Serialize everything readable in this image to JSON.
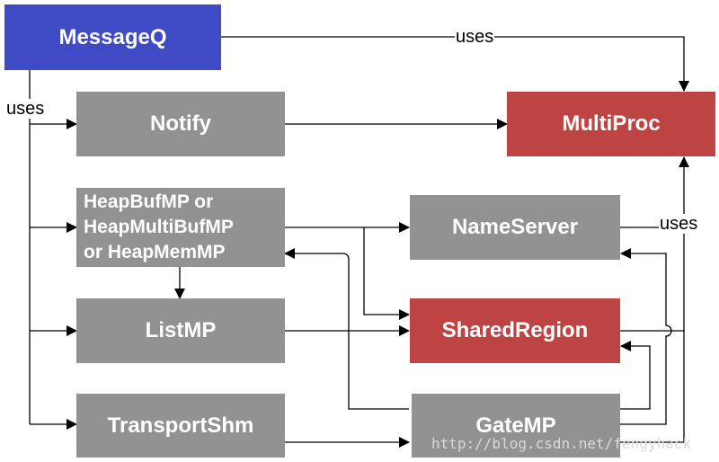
{
  "colors": {
    "blue": "#3f4bc4",
    "gray": "#929292",
    "red": "#be4444",
    "line": "#000000"
  },
  "nodes": {
    "messageq": {
      "label": "MessageQ"
    },
    "notify": {
      "label": "Notify"
    },
    "multiproc": {
      "label": "MultiProc"
    },
    "heap": {
      "lines": [
        "HeapBufMP or",
        "HeapMultiBufMP",
        "or HeapMemMP"
      ]
    },
    "nameserver": {
      "label": "NameServer"
    },
    "listmp": {
      "label": "ListMP"
    },
    "sharedregion": {
      "label": "SharedRegion"
    },
    "transportshm": {
      "label": "TransportShm"
    },
    "gatemp": {
      "label": "GateMP"
    }
  },
  "edge_labels": {
    "uses_top": "uses",
    "uses_left": "uses",
    "uses_right": "uses"
  },
  "watermark": "http://blog.csdn.net/fengyhack"
}
